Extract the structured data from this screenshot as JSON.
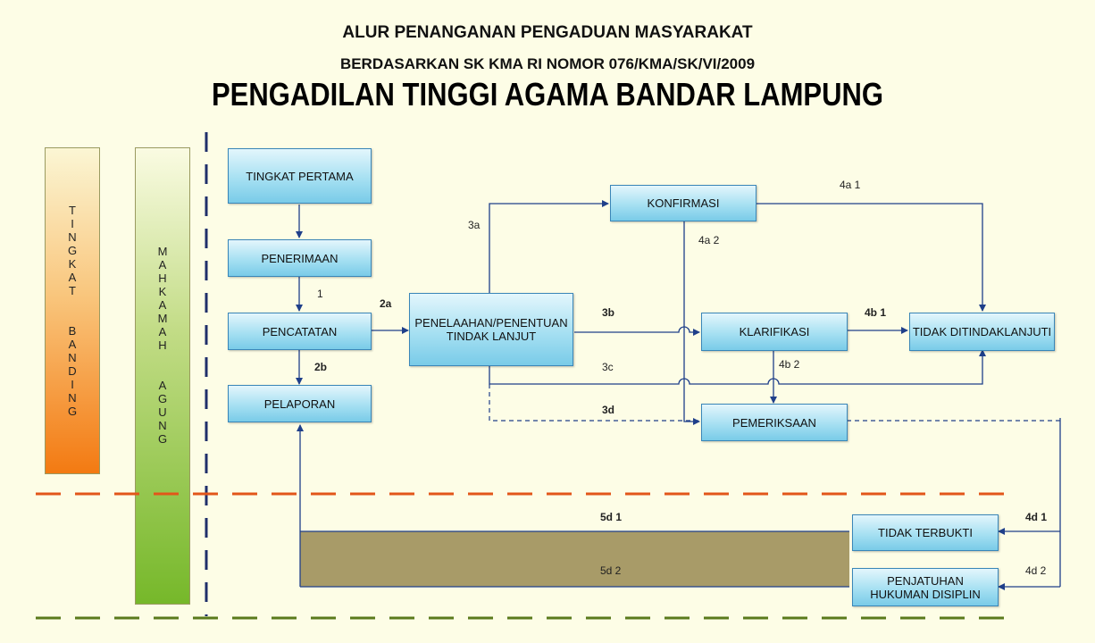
{
  "header": {
    "title_line1": "ALUR PENANGANAN PENGADUAN MASYARAKAT",
    "title_line2": "BERDASARKAN SK KMA RI NOMOR 076/KMA/SK/VI/2009",
    "title_line3": "PENGADILAN TINGGI AGAMA BANDAR LAMPUNG"
  },
  "bands": {
    "tingkat_banding": "T\nI\nN\nG\nK\nA\nT\n\n\nB\nA\nN\nD\nI\nN\nG",
    "mahkamah_agung": "M\nA\nH\nK\nA\nM\nA\nH\n\n\nA\nG\nU\nN\nG"
  },
  "boxes": {
    "tingkat_pertama": "TINGKAT PERTAMA",
    "penerimaan": "PENERIMAAN",
    "pencatatan": "PENCATATAN",
    "pelaporan": "PELAPORAN",
    "penelaahan": "PENELAAHAN/PENENTUAN\nTINDAK LANJUT",
    "konfirmasi": "KONFIRMASI",
    "klarifikasi": "KLARIFIKASI",
    "tidak_ditindaklanjuti": "TIDAK DITINDAKLANJUTI",
    "pemeriksaan": "PEMERIKSAAN",
    "tidak_terbukti": "TIDAK TERBUKTI",
    "penjatuhan": "PENJATUHAN\nHUKUMAN DISIPLIN"
  },
  "labels": {
    "l1": "1",
    "l2a": "2a",
    "l2b": "2b",
    "l3a": "3a",
    "l3b": "3b",
    "l3c": "3c",
    "l3d": "3d",
    "l4a1": "4a 1",
    "l4a2": "4a 2",
    "l4b1": "4b 1",
    "l4b2": "4b 2",
    "l4d1": "4d 1",
    "l4d2": "4d 2",
    "l5d1": "5d 1",
    "l5d2": "5d 2"
  },
  "colors": {
    "box_border": "#3a86b8",
    "arrow": "#1f3f8a",
    "orange_dash": "#e2561a",
    "green_dash": "#5a7a1c",
    "navy_dash": "#1f2f6a",
    "olive_band": "#a89b68"
  }
}
